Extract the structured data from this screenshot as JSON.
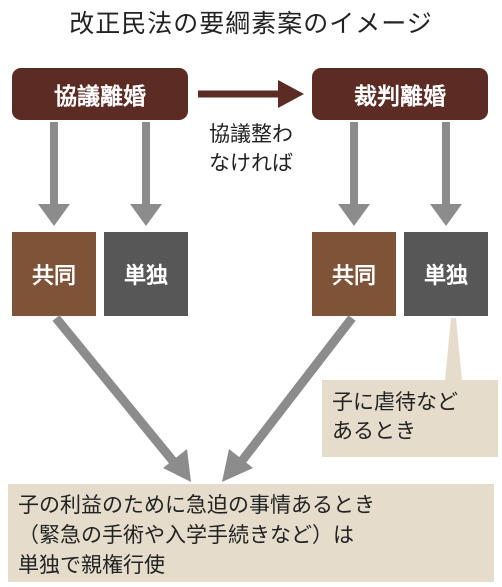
{
  "title": "改正民法の要綱素案のイメージ",
  "processes": {
    "agreement": "協議離婚",
    "court": "裁判離婚"
  },
  "transition_note": [
    "協議整わ",
    "なければ"
  ],
  "custody_options": {
    "joint": "共同",
    "sole": "単独"
  },
  "abuse_note": [
    "子に虐待など",
    "あるとき"
  ],
  "emergency_note": [
    "子の利益のために急迫の事情あるとき",
    "（緊急の手術や入学手続きなど）は",
    "単独で親権行使"
  ],
  "colors": {
    "process_box": "#5c2b24",
    "joint_box": "#7e5337",
    "sole_box": "#575757",
    "arrow": "#8c8c8c",
    "note_background": "#e5dccc"
  }
}
